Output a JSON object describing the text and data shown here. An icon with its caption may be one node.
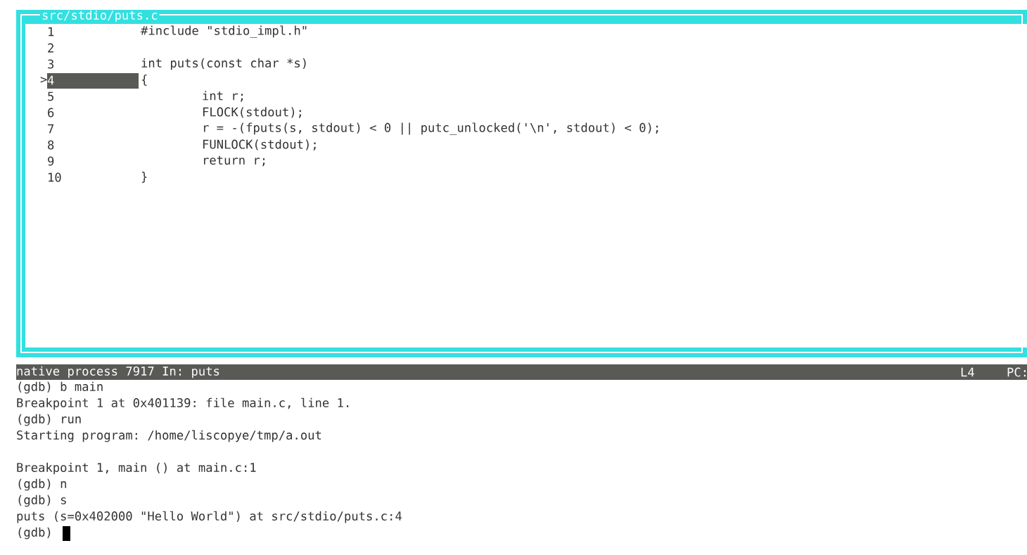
{
  "diagram": {
    "nodes": [
      {
        "text": [
          "src/stdio/puts.c"
        ]
      },
      {
        "text": [
          "native process 7917 In: puts",
          "L4",
          "PC:"
        ]
      }
    ],
    "edges": [],
    "labels": [
      "1",
      "#include \"stdio_impl.h\"",
      "2",
      "3",
      "int puts(const char *s)",
      ">",
      "4",
      "{",
      "5",
      "int r;",
      "6",
      "FLOCK(stdout);",
      "7",
      "r = -(fputs(s, stdout) < 0 || putc_unlocked('\\n', stdout) < 0);",
      "8",
      "FUNLOCK(stdout);",
      "9",
      "return r;",
      "10",
      "}",
      "(gdb) b main",
      "Breakpoint 1 at 0x401139: file main.c, line 1.",
      "(gdb) run",
      "Starting program: /home/liscopye/tmp/a.out",
      "Breakpoint 1, main () at main.c:1",
      "(gdb) n",
      "(gdb) s",
      "puts (s=0x402000 \"Hello World\") at src/stdio/puts.c:4",
      "(gdb)"
    ]
  }
}
